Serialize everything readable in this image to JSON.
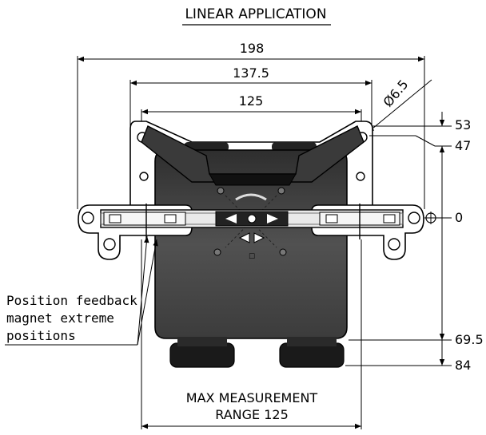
{
  "title": "LINEAR APPLICATION",
  "dimensions": {
    "overall_width": "198",
    "mount_spacing": "137.5",
    "body_width": "125",
    "hole_diameter": "Ø6.5",
    "right_ticks": [
      "53",
      "47",
      "0",
      "69.5",
      "84"
    ]
  },
  "note": {
    "line1": "Position feedback",
    "line2": "magnet extreme",
    "line3": "positions"
  },
  "range_label": {
    "line1": "MAX MEASUREMENT",
    "line2": "RANGE 125"
  },
  "colors": {
    "body": "#4a4a4a",
    "body_dark": "#1c1c1c",
    "line": "#000000",
    "rail": "#e9e9e9"
  }
}
